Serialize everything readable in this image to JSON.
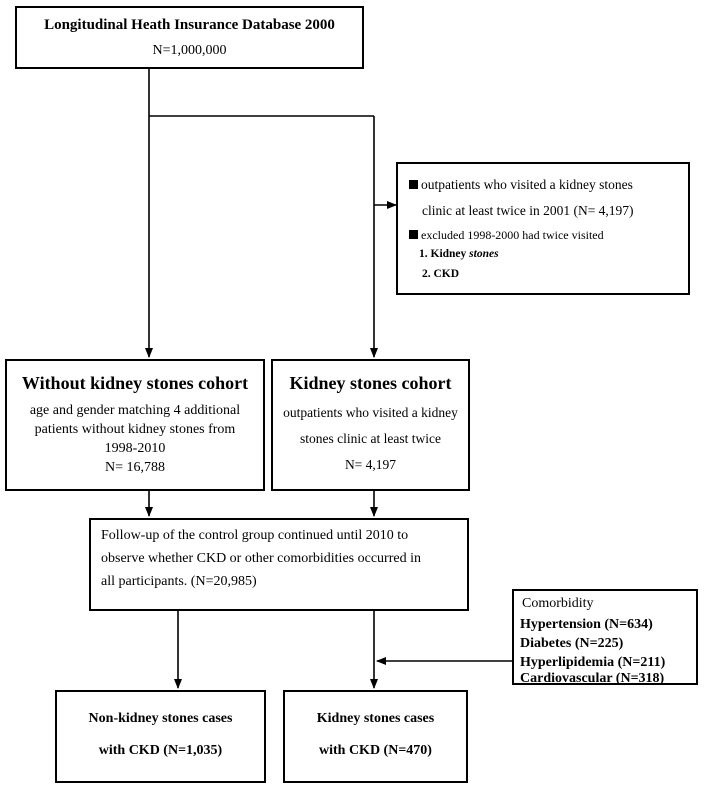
{
  "database": {
    "title": "Longitudinal Heath Insurance Database 2000",
    "count": "N=1,000,000"
  },
  "exclusion": {
    "item1_line1": "outpatients who visited a kidney stones",
    "item1_line2": "clinic at least twice in 2001 (N= 4,197)",
    "item2": "excluded 1998-2000 had twice visited",
    "sub1_number": "1.",
    "sub1_bold": "Kidney",
    "sub1_italic": "stones",
    "sub2": "2. CKD"
  },
  "control_cohort": {
    "title": "Without kidney stones cohort",
    "line1": "age and gender matching 4 additional",
    "line2": "patients without kidney stones from",
    "line3": "1998-2010",
    "count": "N= 16,788"
  },
  "stones_cohort": {
    "title": "Kidney stones cohort",
    "line1": "outpatients who visited a kidney",
    "line2": "stones clinic at least twice",
    "count": "N= 4,197"
  },
  "followup": {
    "line1": "Follow-up of the control group continued until 2010 to",
    "line2": "observe whether CKD or other comorbidities occurred in",
    "line3": "all participants. (N=20,985)"
  },
  "comorbidity": {
    "heading": "Comorbidity",
    "items": [
      "Hypertension (N=634)",
      "Diabetes (N=225)",
      "Hyperlipidemia (N=211)",
      "Cardiovascular (N=318)"
    ]
  },
  "outcome_control": {
    "line1": "Non-kidney stones cases",
    "line2": "with CKD (N=1,035)"
  },
  "outcome_stones": {
    "line1": "Kidney stones cases",
    "line2": "with CKD (N=470)"
  }
}
